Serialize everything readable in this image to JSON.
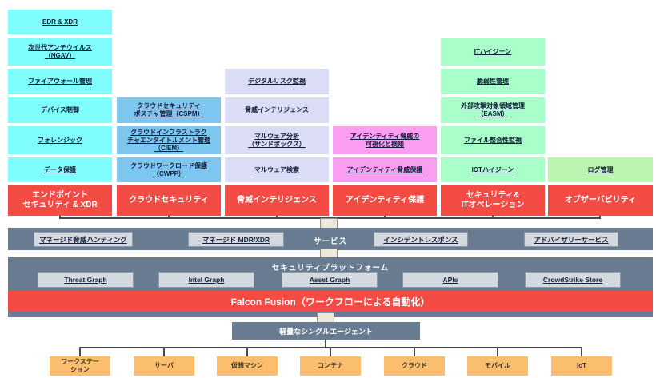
{
  "colors": {
    "endpoint": "#80FDFD",
    "cloud": "#7CC6EF",
    "threat_intel": "#DBDCF6",
    "identity": "#FB9DF1",
    "it_ops": "#A9FFC9",
    "observability": "#BBF4AE",
    "category_red": "#F44B45",
    "bar_slate": "#697B91",
    "device_orange": "#FBBE6E",
    "button_gray": "#D3D9DF"
  },
  "columns": [
    {
      "header": "エンドポイント\nセキュリティ & XDR",
      "items": [
        "EDR & XDR",
        "次世代アンチウイルス\n（NGAV）",
        "ファイアウォール管理",
        "デバイス制御",
        "フォレンジック",
        "データ保護"
      ]
    },
    {
      "header": "クラウドセキュリティ",
      "items": [
        "クラウドセキュリティ\nポスチャ管理（CSPM）",
        "クラウドインフラストラク\nチャエンタイトルメント管理\n（CIEM）",
        "クラウドワークロード保護\n（CWPP）"
      ]
    },
    {
      "header": "脅威インテリジェンス",
      "items": [
        "デジタルリスク監視",
        "脅威インテリジェンス",
        "マルウェア分析\n（サンドボックス）",
        "マルウェア検索"
      ]
    },
    {
      "header": "アイデンティティ保護",
      "items": [
        "アイデンティティ脅威の\n可視化と検知",
        "アイデンティティ脅威保護"
      ]
    },
    {
      "header": "セキュリティ&\nITオペレーション",
      "items": [
        "ITハイジーン",
        "脆弱性管理",
        "外部攻撃対象領域管理\n（EASM）",
        "ファイル整合性監視",
        "IOTハイジーン"
      ]
    },
    {
      "header": "オブザーバビリティ",
      "items": [
        "ログ管理"
      ]
    }
  ],
  "services": {
    "label": "サービス",
    "items": [
      "マネージド脅威ハンティング",
      "マネージド MDR/XDR",
      "インシデントレスポンス",
      "アドバイザリーサービス"
    ]
  },
  "platform": {
    "label": "セキュリティプラットフォーム",
    "items": [
      "Threat Graph",
      "Intel Graph",
      "Asset Graph",
      "APIs",
      "CrowdStrike Store"
    ],
    "fusion_label": "Falcon Fusion（ワークフローによる自動化）"
  },
  "agent": {
    "label": "軽量なシングルエージェント"
  },
  "infrastructure": [
    "ワークステー\nション",
    "サーバ",
    "仮想マシン",
    "コンテナ",
    "クラウド",
    "モバイル",
    "IoT"
  ]
}
